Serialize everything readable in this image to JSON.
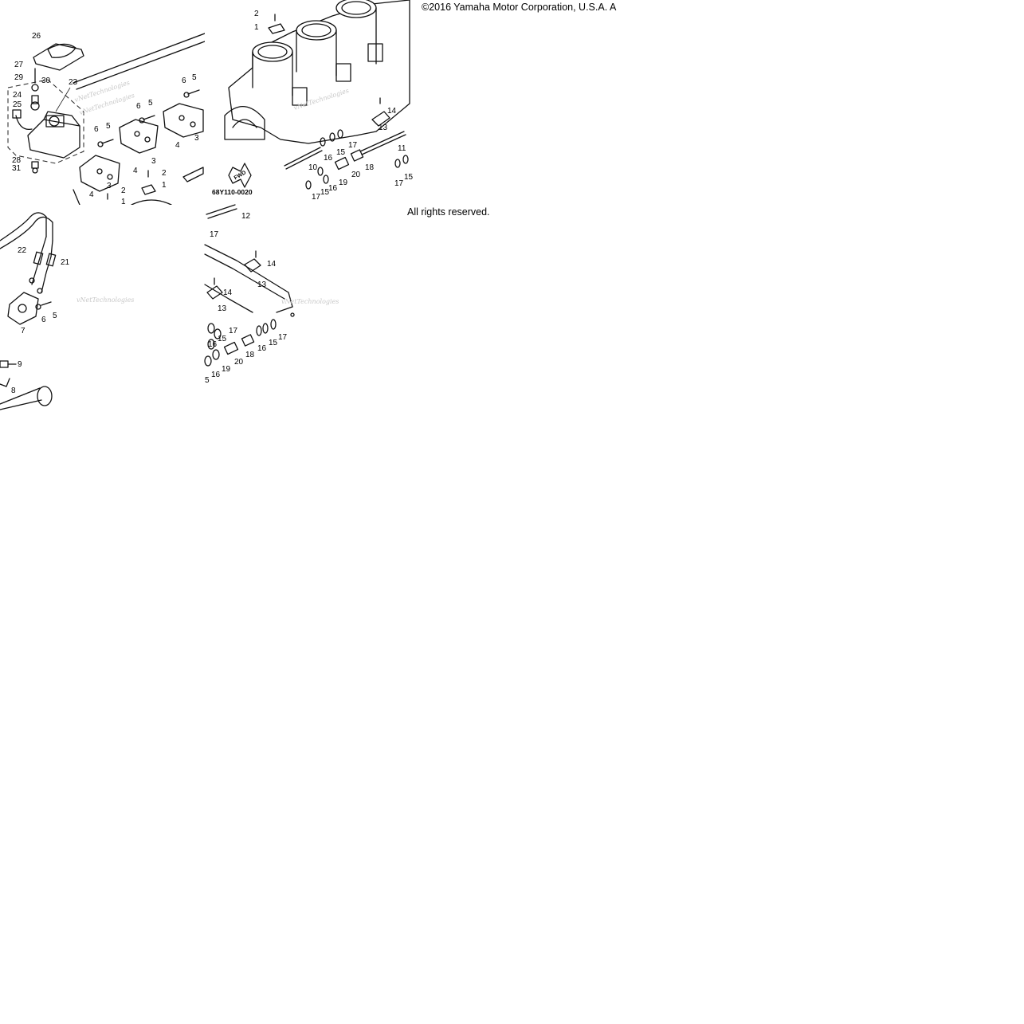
{
  "copyright": "©2016 Yamaha Motor Corporation, U.S.A. A",
  "rights": "All rights reserved.",
  "diagram_code": "68Y110-0020",
  "fwd_label": "FWD",
  "watermark": "vNetTechnologies",
  "callouts": {
    "tl": [
      "26",
      "27",
      "30",
      "29",
      "23",
      "24",
      "25",
      "28",
      "31",
      "6",
      "5",
      "6",
      "5",
      "6",
      "5",
      "4",
      "3",
      "4",
      "3",
      "4",
      "3",
      "2",
      "1",
      "2",
      "1"
    ],
    "tr": [
      "2",
      "1",
      "14",
      "13",
      "16",
      "15",
      "17",
      "18",
      "20",
      "19",
      "16",
      "15",
      "17",
      "10",
      "11",
      "17",
      "15"
    ],
    "bl": [
      "22",
      "21",
      "7",
      "6",
      "5",
      "9",
      "8"
    ],
    "bm": [
      "12",
      "17",
      "14",
      "13",
      "14",
      "13",
      "17",
      "15",
      "16",
      "17",
      "15",
      "16",
      "18",
      "20",
      "19",
      "16",
      "5"
    ]
  }
}
